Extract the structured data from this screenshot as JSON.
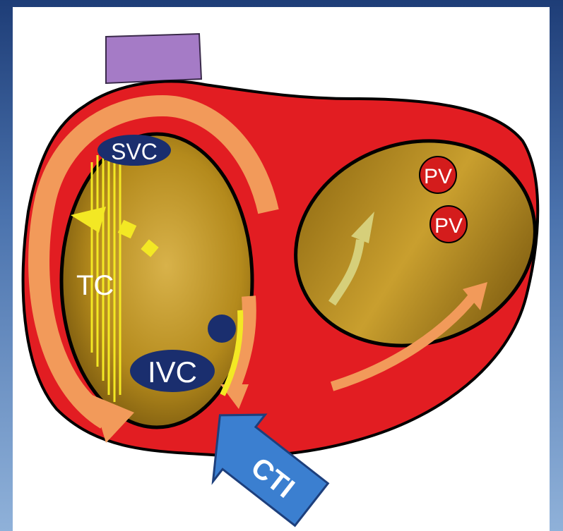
{
  "labels": {
    "svc": "SVC",
    "ivc": "IVC",
    "tc": "TC",
    "pv_upper": "PV",
    "pv_lower": "PV",
    "cti": "CTI"
  },
  "colors": {
    "atrial_wall": "#e21d22",
    "chamber": "#b8901a",
    "vein": "#1a2e6e",
    "pulmonary_vein": "#d41c1c",
    "flutter_arrow": "#f29a5a",
    "crista_lines": "#f3e824",
    "svc_stub": "#a57bc6",
    "cti_arrow": "#3b7fd0"
  }
}
